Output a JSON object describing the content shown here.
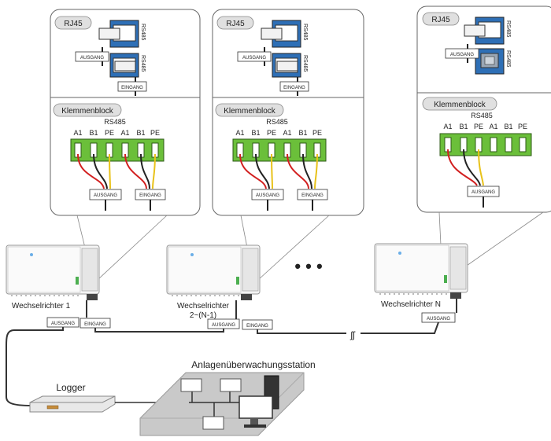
{
  "panels": [
    {
      "rj45_label": "RJ45",
      "port_top_label": "RS485",
      "port_bottom_label": "RS485",
      "ausgang_label": "AUSGANG",
      "eingang_label": "EINGANG",
      "terminal_title": "Klemmenblock",
      "terminal_sub": "RS485",
      "pins": [
        "A1",
        "B1",
        "PE",
        "A1",
        "B1",
        "PE"
      ],
      "terminal_out_label": "AUSGANG",
      "terminal_in_label": "EINGANG"
    },
    {
      "rj45_label": "RJ45",
      "port_top_label": "RS485",
      "port_bottom_label": "RS485",
      "ausgang_label": "AUSGANG",
      "eingang_label": "EINGANG",
      "terminal_title": "Klemmenblock",
      "terminal_sub": "RS485",
      "pins": [
        "A1",
        "B1",
        "PE",
        "A1",
        "B1",
        "PE"
      ],
      "terminal_out_label": "AUSGANG",
      "terminal_in_label": "EINGANG"
    },
    {
      "rj45_label": "RJ45",
      "port_top_label": "RS485",
      "port_bottom_label": "RS485",
      "ausgang_label": "AUSGANG",
      "terminal_title": "Klemmenblock",
      "terminal_sub": "RS485",
      "pins": [
        "A1",
        "B1",
        "PE",
        "A1",
        "B1",
        "PE"
      ],
      "terminal_out_label": "AUSGANG"
    }
  ],
  "inverters": [
    {
      "name": "Wechselrichter 1",
      "out_label": "AUSGANG",
      "in_label": "EINGANG"
    },
    {
      "name_line1": "Wechselrichter",
      "name_line2": "2~(N-1)",
      "out_label": "AUSGANG",
      "in_label": "EINGANG"
    },
    {
      "name": "Wechselrichter N",
      "out_label": "AUSGANG"
    }
  ],
  "ellipsis": "• • •",
  "logger_label": "Logger",
  "station_label": "Anlagenüberwachungsstation",
  "colors": {
    "terminal_green": "#6bbf3a",
    "wire_red": "#d22020",
    "wire_yellow": "#e8c21a",
    "rj45_blue": "#2e6fb6",
    "panel_border": "#666666",
    "cable": "#333333"
  }
}
